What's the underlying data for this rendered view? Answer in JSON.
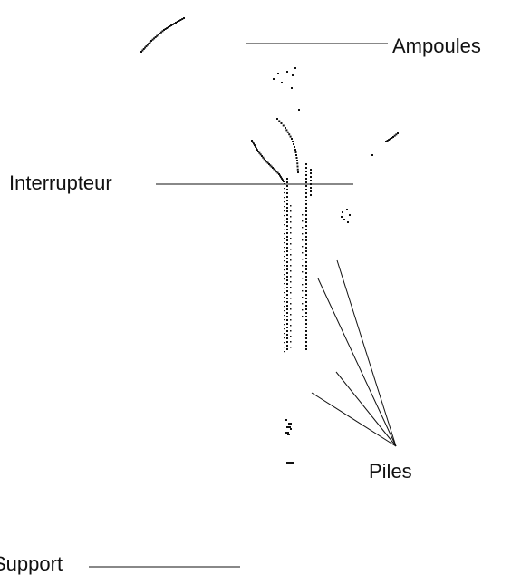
{
  "labels": {
    "ampoules": "Ampoules",
    "interrupteur": "Interrupteur",
    "piles": "Piles",
    "support": "Support"
  },
  "colors": {
    "ink": "#111111",
    "background": "#ffffff"
  }
}
